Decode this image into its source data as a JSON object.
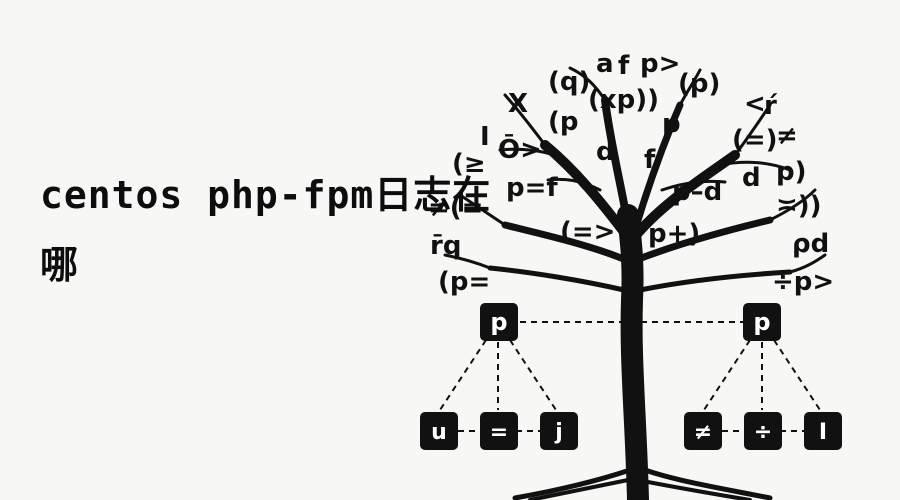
{
  "title": "centos php-fpm日志在哪",
  "canopy_glyphs": [
    "(q)",
    "a",
    "f",
    "p>",
    "X",
    "(xp))",
    "(p)",
    "(p",
    "<",
    "ŕ",
    "I",
    "Ō>",
    "p",
    "(=)",
    "≠",
    "(≥",
    "d",
    "f",
    "p)",
    "p=f",
    "p–d",
    "d",
    "≠(=",
    "≍))",
    "(=>",
    "p+)",
    "r̄q",
    "ρd",
    "(p=",
    "÷p>"
  ],
  "nodes": {
    "left_root": "p",
    "right_root": "p",
    "left_children": [
      "u",
      "=",
      "j"
    ],
    "right_children": [
      "≠",
      "÷",
      "I"
    ]
  },
  "colors": {
    "background": "#f7f7f5",
    "ink": "#111111",
    "node_fill": "#111111",
    "node_text": "#ffffff"
  }
}
